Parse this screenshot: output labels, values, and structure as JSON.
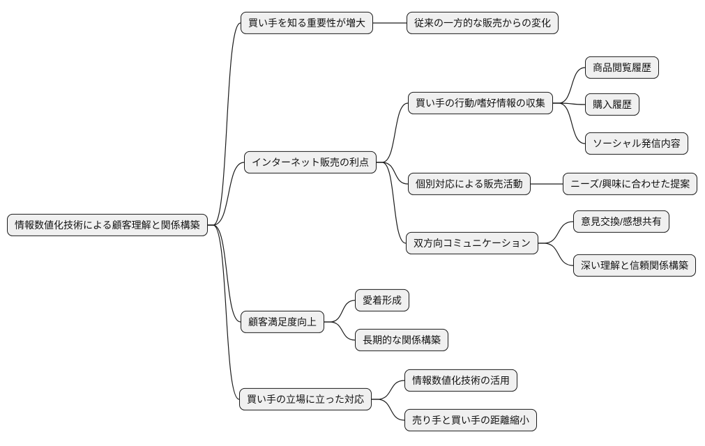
{
  "diagram": {
    "type": "mindmap",
    "orientation": "left-to-right",
    "colors": {
      "background": "#ffffff",
      "node_fill": "#f0f0f0",
      "node_border": "#1a1a1a",
      "edge": "#1a1a1a",
      "text": "#111111"
    },
    "root": {
      "label": "情報数値化技術による顧客理解と関係構築",
      "children": [
        {
          "label": "買い手を知る重要性が増大",
          "children": [
            {
              "label": "従来の一方的な販売からの変化"
            }
          ]
        },
        {
          "label": "インターネット販売の利点",
          "children": [
            {
              "label": "買い手の行動/嗜好情報の収集",
              "children": [
                {
                  "label": "商品閲覧履歴"
                },
                {
                  "label": "購入履歴"
                },
                {
                  "label": "ソーシャル発信内容"
                }
              ]
            },
            {
              "label": "個別対応による販売活動",
              "children": [
                {
                  "label": "ニーズ/興味に合わせた提案"
                }
              ]
            },
            {
              "label": "双方向コミュニケーション",
              "children": [
                {
                  "label": "意見交換/感想共有"
                },
                {
                  "label": "深い理解と信頼関係構築"
                }
              ]
            }
          ]
        },
        {
          "label": "顧客満足度向上",
          "children": [
            {
              "label": "愛着形成"
            },
            {
              "label": "長期的な関係構築"
            }
          ]
        },
        {
          "label": "買い手の立場に立った対応",
          "children": [
            {
              "label": "情報数値化技術の活用"
            },
            {
              "label": "売り手と買い手の距離縮小"
            }
          ]
        }
      ]
    }
  }
}
